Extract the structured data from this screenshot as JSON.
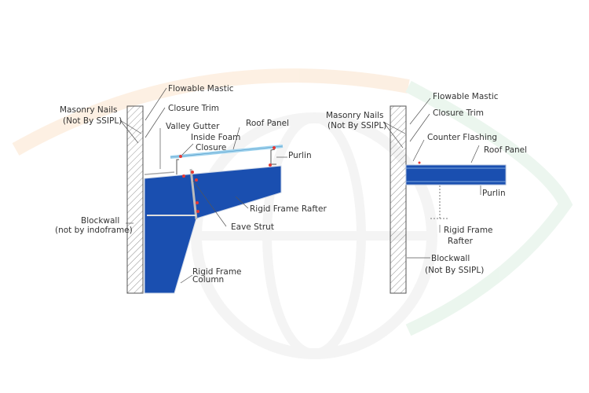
{
  "colors": {
    "steel_blue": "#1a4fb0",
    "panel": "#bfe4f5",
    "wall_hatch": "#666666",
    "watermark_orange": "#fbe3cc",
    "watermark_green": "#dcefe1"
  },
  "left_detail": {
    "labels": {
      "flowable_mastic": "Flowable Mastic",
      "masonry_nails_1": "Masonry Nails",
      "masonry_nails_2": "(Not By SSIPL)",
      "closure_trim": "Closure Trim",
      "valley_gutter": "Valley Gutter",
      "roof_panel": "Roof Panel",
      "inside_foam_1": "Inside Foam",
      "inside_foam_2": "Closure",
      "purlin": "Purlin",
      "rigid_frame_rafter": "Rigid Frame Rafter",
      "eave_strut": "Eave Strut",
      "blockwall_1": "Blockwall",
      "blockwall_2": "(not by indoframe)",
      "rigid_frame_column_1": "Rigid Frame",
      "rigid_frame_column_2": "Column"
    }
  },
  "right_detail": {
    "labels": {
      "flowable_mastic": "Flowable Mastic",
      "masonry_nails_1": "Masonry Nails",
      "masonry_nails_2": "(Not By SSIPL)",
      "closure_trim": "Closure Trim",
      "counter_flashing": "Counter Flashing",
      "roof_panel": "Roof Panel",
      "purlin": "Purlin",
      "rigid_frame_rafter_1": "Rigid Frame",
      "rigid_frame_rafter_2": "Rafter",
      "blockwall_1": "Blockwall",
      "blockwall_2": "(Not By SSIPL)"
    }
  }
}
